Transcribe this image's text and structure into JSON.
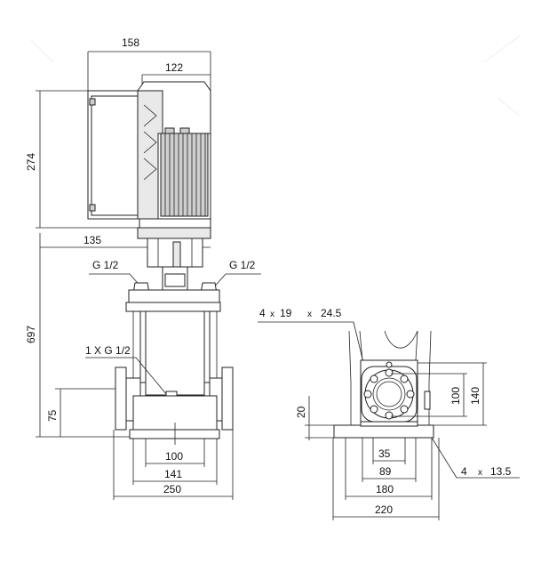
{
  "side_view": {
    "dim_top_width": "158",
    "dim_motor_width": "122",
    "dim_motor_height": "274",
    "dim_offset": "135",
    "dim_total_height": "697",
    "dim_inlet_height": "75",
    "dim_base_inner": "100",
    "dim_base_mid": "141",
    "dim_base_overall": "250",
    "port_left": "G 1/2",
    "port_right": "G 1/2",
    "drain_port": "1 X G 1/2"
  },
  "end_view": {
    "bolt_label_count": "4",
    "bolt_label_x1": "x",
    "bolt_label_size": "19",
    "bolt_label_x2": "x",
    "bolt_label_depth": "24.5",
    "dim_flange_inner": "100",
    "dim_flange_outer": "140",
    "dim_base_height": "20",
    "dim_35": "35",
    "dim_89": "89",
    "dim_180": "180",
    "dim_220": "220",
    "hole_count": "4",
    "hole_x": "x",
    "hole_size": "13.5"
  }
}
